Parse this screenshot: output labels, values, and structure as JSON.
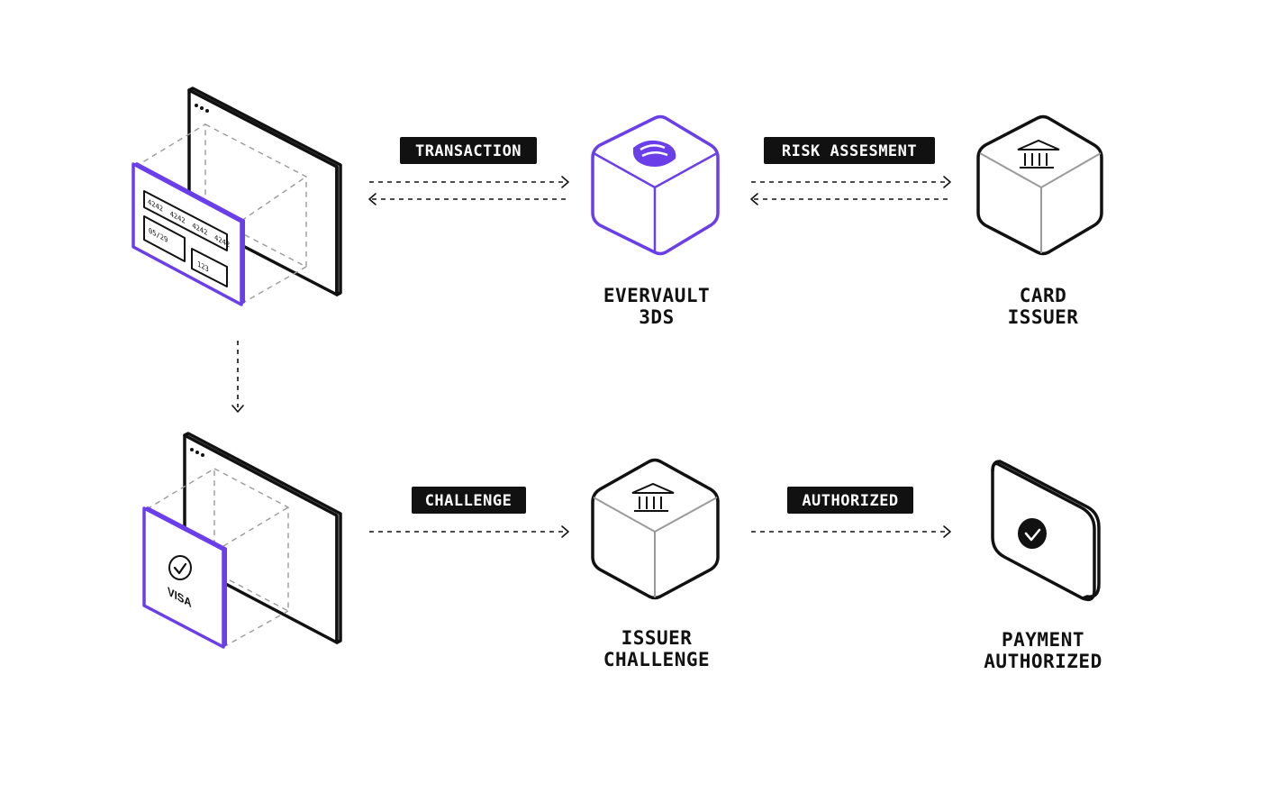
{
  "flow_labels": {
    "transaction": "TRANSACTION",
    "risk_assessment": "RISK ASSESMENT",
    "challenge": "CHALLENGE",
    "authorized": "AUTHORIZED"
  },
  "nodes": {
    "evervault": {
      "line1": "EVERVAULT",
      "line2": "3DS"
    },
    "card_issuer": {
      "line1": "CARD",
      "line2": "ISSUER"
    },
    "issuer_challenge": {
      "line1": "ISSUER",
      "line2": "CHALLENGE"
    },
    "payment_authorized": {
      "line1": "PAYMENT",
      "line2": "AUTHORIZED"
    }
  },
  "card": {
    "number_groups": [
      "4242",
      "4242",
      "4242",
      "4242"
    ],
    "expiry": "05/29",
    "cvc": "123"
  },
  "visa_card": {
    "brand": "VISA"
  },
  "colors": {
    "accent": "#6a3ee8",
    "ink": "#111111",
    "muted": "#9a9a9a"
  },
  "icons": {
    "evervault": "evervault-logo-icon",
    "bank": "bank-icon",
    "check": "checkmark-icon"
  }
}
